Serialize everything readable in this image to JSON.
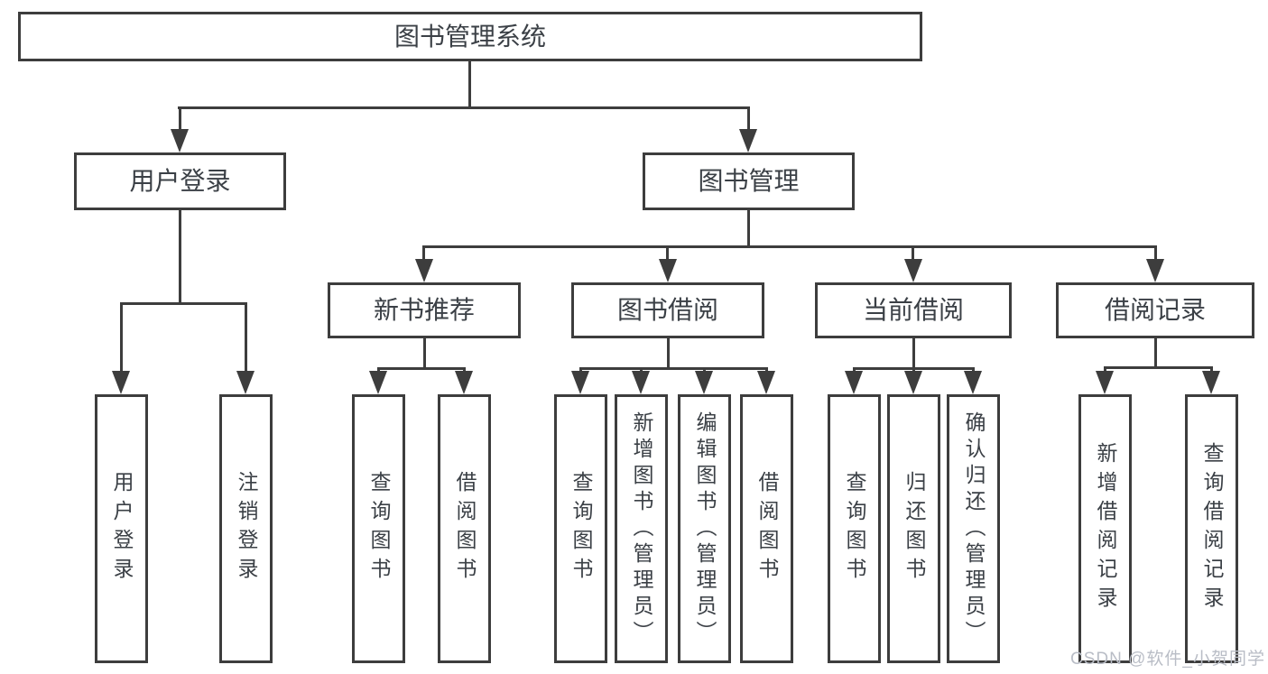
{
  "diagram": {
    "root": {
      "label": "图书管理系统"
    },
    "level2": [
      {
        "label": "用户登录"
      },
      {
        "label": "图书管理"
      }
    ],
    "level3": [
      {
        "label": "新书推荐"
      },
      {
        "label": "图书借阅"
      },
      {
        "label": "当前借阅"
      },
      {
        "label": "借阅记录"
      }
    ],
    "leaves": {
      "user_login": [
        "用户登录",
        "注销登录"
      ],
      "new_book": [
        "查询图书",
        "借阅图书"
      ],
      "borrow": [
        "查询图书",
        "新增图书（管理员）",
        "编辑图书（管理员）",
        "借阅图书"
      ],
      "current": [
        "查询图书",
        "归还图书",
        "确认归还（管理员）"
      ],
      "records": [
        "新增借阅记录",
        "查询借阅记录"
      ]
    }
  },
  "watermark": {
    "text": "CSDN @软件_小贺同学"
  },
  "colors": {
    "line": "#3d3d3d",
    "text": "#3b4046",
    "watermark": "#b9bdc6",
    "background": "#ffffff"
  }
}
